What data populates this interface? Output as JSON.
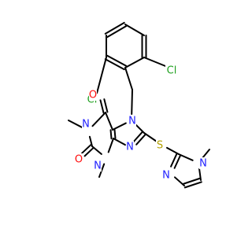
{
  "colors": {
    "bond": "#000000",
    "carbon": "#000000",
    "nitrogen": "#2020ff",
    "oxygen": "#ff0d0d",
    "chlorine": "#1fa01f",
    "sulfur": "#b3a100",
    "background": "#ffffff"
  },
  "atoms": [
    {
      "id": "Cl_top",
      "text": "Cl",
      "element": "chlorine"
    },
    {
      "id": "Cl_left",
      "text": "Cl",
      "element": "chlorine"
    },
    {
      "id": "O_upper",
      "text": "O",
      "element": "oxygen"
    },
    {
      "id": "O_lower",
      "text": "O",
      "element": "oxygen"
    },
    {
      "id": "N7",
      "text": "N",
      "element": "nitrogen"
    },
    {
      "id": "N1",
      "text": "N",
      "element": "nitrogen"
    },
    {
      "id": "N3",
      "text": "N",
      "element": "nitrogen"
    },
    {
      "id": "N9",
      "text": "N",
      "element": "nitrogen"
    },
    {
      "id": "S",
      "text": "S",
      "element": "sulfur"
    },
    {
      "id": "N_im3",
      "text": "N",
      "element": "nitrogen"
    },
    {
      "id": "N_im1",
      "text": "N",
      "element": "nitrogen"
    }
  ]
}
